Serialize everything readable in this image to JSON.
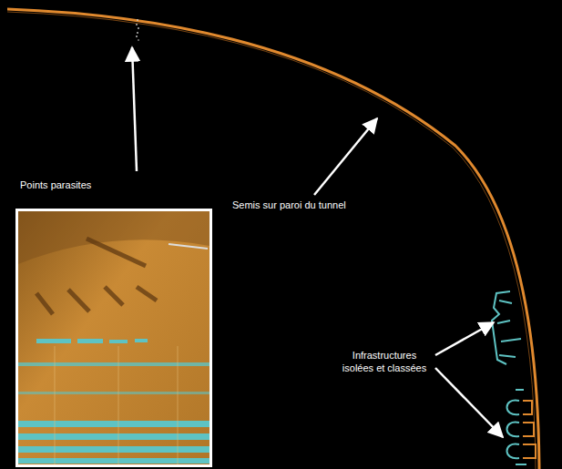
{
  "diagram": {
    "labels": [
      "Points parasites",
      "Semis sur paroi du tunnel",
      "Infrastructures isolées et classées"
    ]
  }
}
